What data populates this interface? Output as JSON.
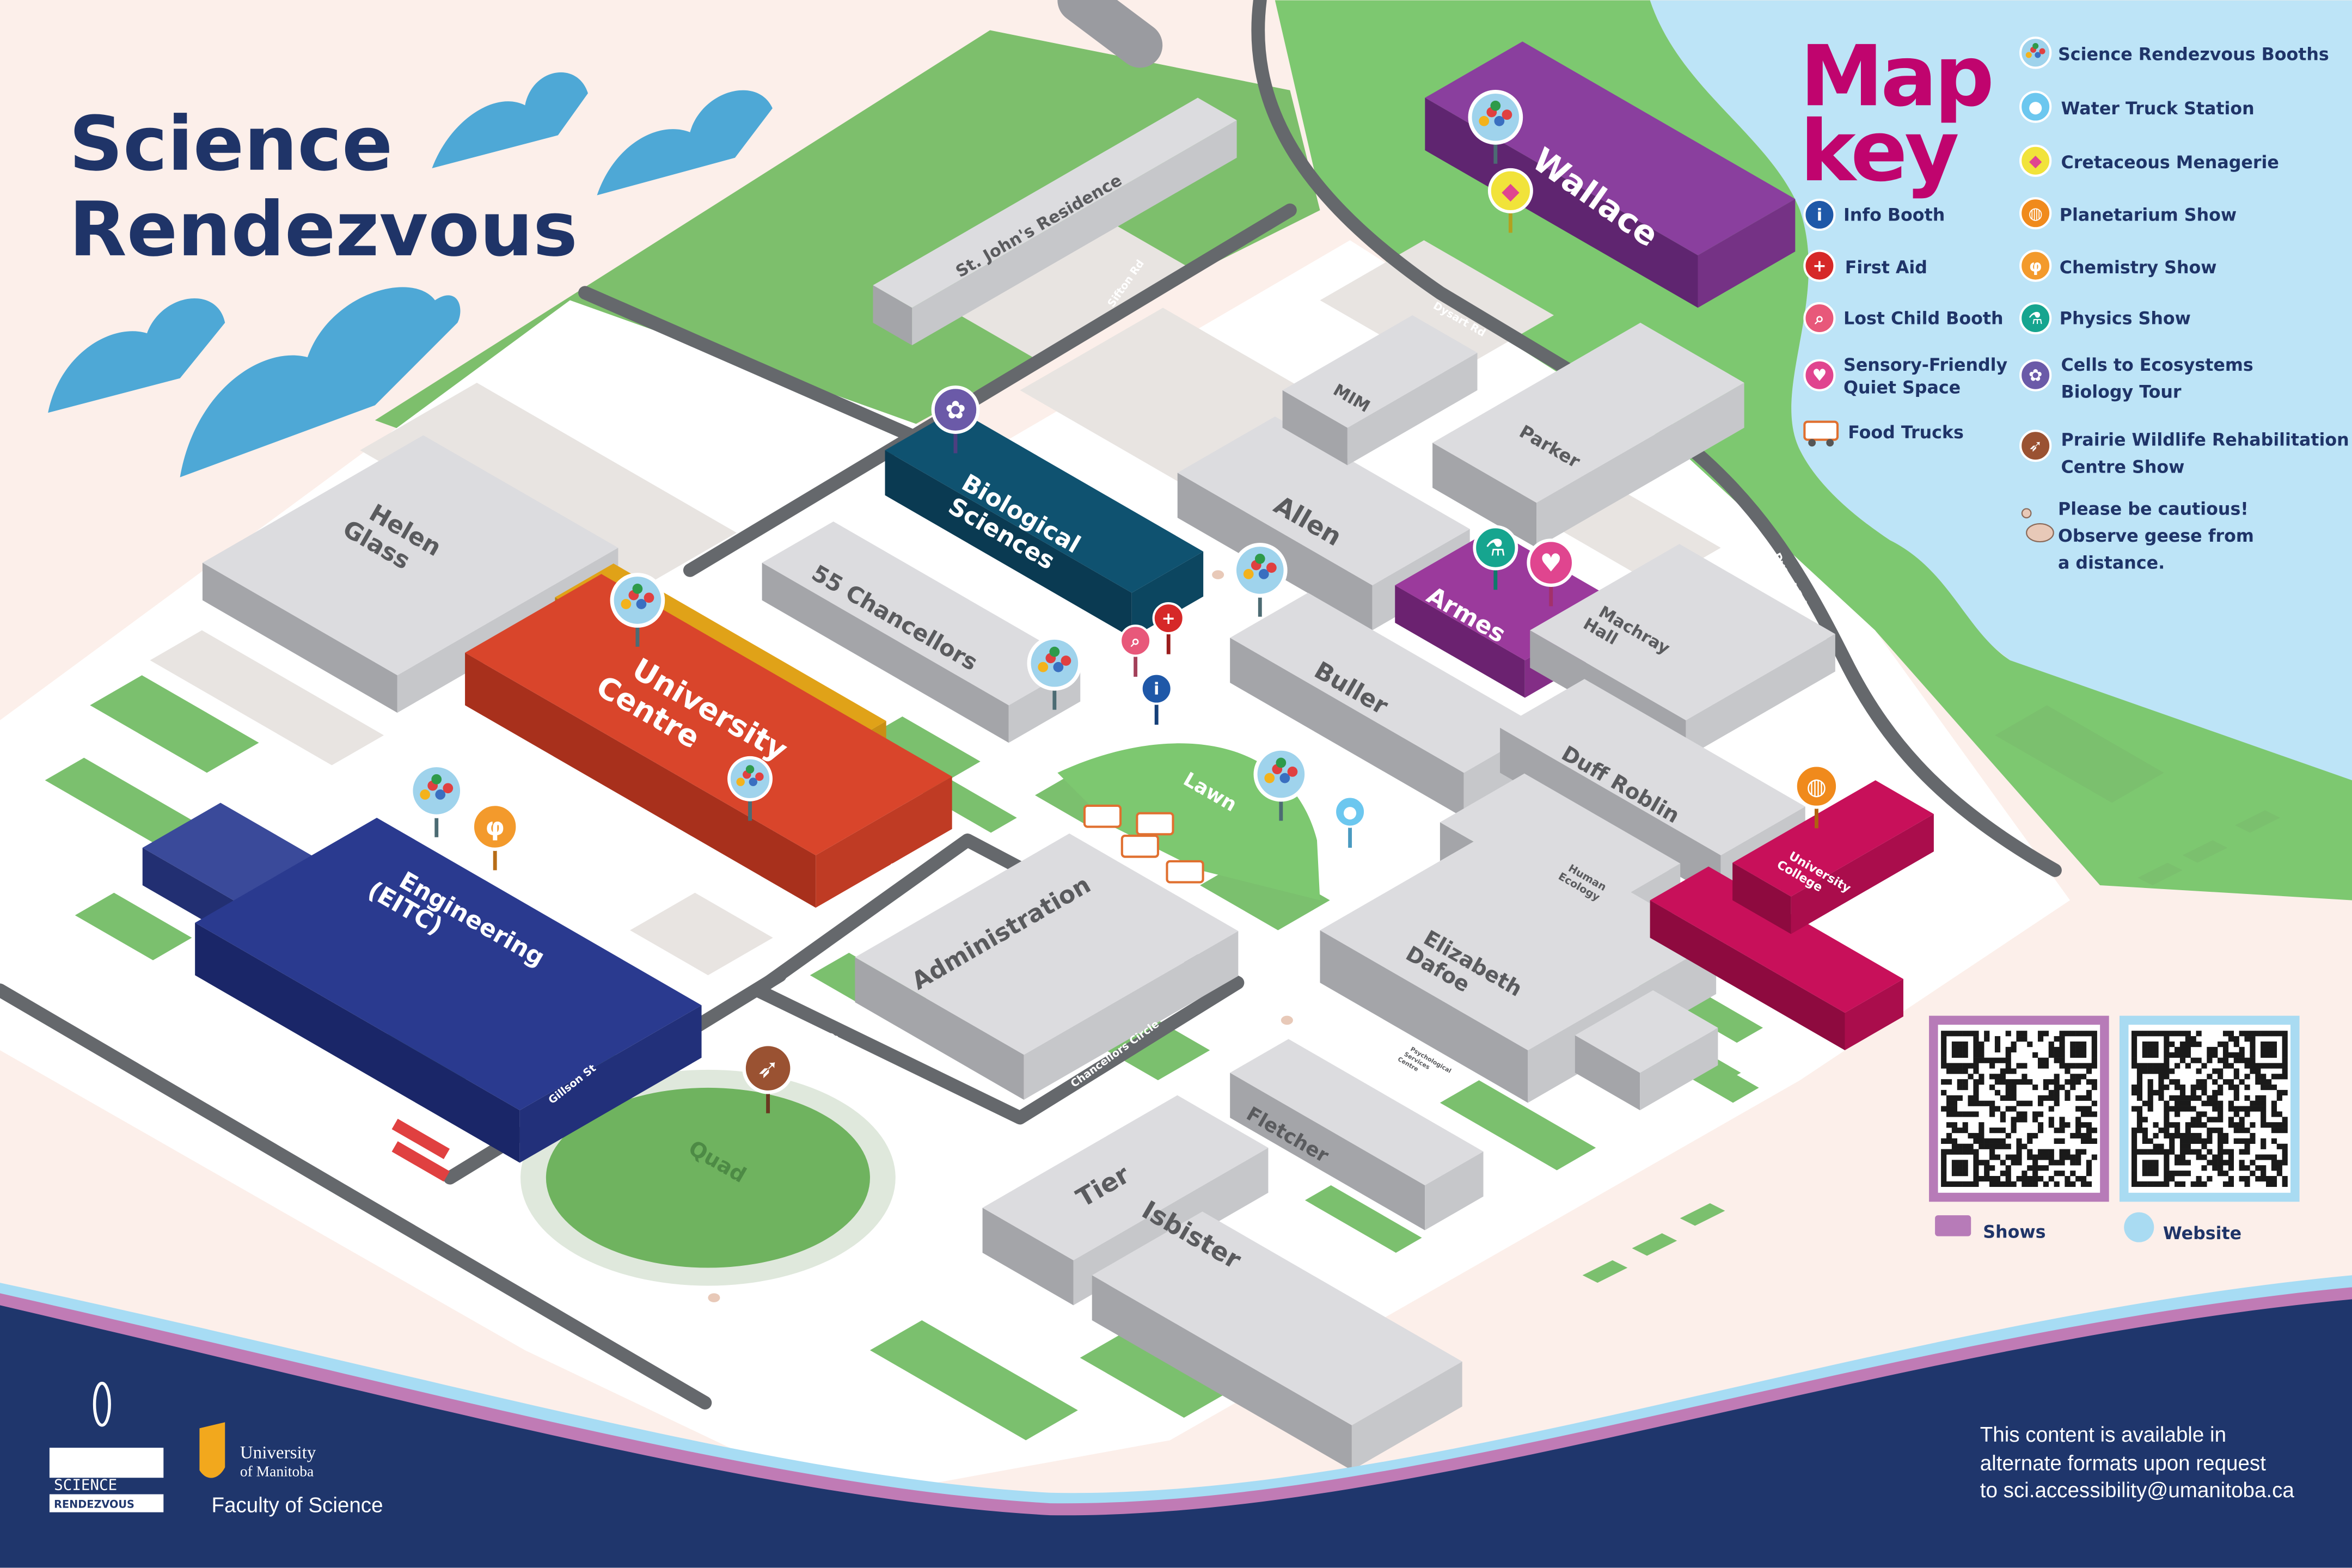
{
  "title": {
    "line1": "Science",
    "line2": "Rendezvous"
  },
  "colors": {
    "navy": "#1f3468",
    "magenta": "#c0046e",
    "water": "#bde4f7",
    "grass": "#7bc06e",
    "road": "#65686c"
  },
  "map_key": {
    "title_line1": "Map",
    "title_line2": "key",
    "left": [
      {
        "icon": "info-icon",
        "label": "Info Booth"
      },
      {
        "icon": "first-aid-icon",
        "label": "First Aid"
      },
      {
        "icon": "lost-child-icon",
        "label": "Lost Child Booth"
      },
      {
        "icon": "sensory-heart-icon",
        "label_line1": "Sensory-Friendly",
        "label_line2": "Quiet Space"
      },
      {
        "icon": "food-truck-icon",
        "label": "Food Trucks"
      }
    ],
    "right": [
      {
        "icon": "molecule-icon",
        "label": "Science Rendezvous Booths"
      },
      {
        "icon": "water-drop-icon",
        "label": "Water Truck Station"
      },
      {
        "icon": "gem-icon",
        "label": "Cretaceous Menagerie"
      },
      {
        "icon": "planet-icon",
        "label": "Planetarium Show"
      },
      {
        "icon": "flask-icon",
        "label": "Chemistry Show"
      },
      {
        "icon": "phi-icon",
        "label": "Physics Show"
      },
      {
        "icon": "cells-icon",
        "label_line1": "Cells to Ecosystems",
        "label_line2": "Biology Tour"
      },
      {
        "icon": "bird-icon",
        "label_line1": "Prairie Wildlife Rehabilitation",
        "label_line2": "Centre Show"
      },
      {
        "icon": "goose-icon",
        "label_line1": "Please be cautious!",
        "label_line2": "Observe geese from",
        "label_line3": "a distance."
      }
    ]
  },
  "buildings": {
    "st_johns": "St. John's Residence",
    "helen_glass_1": "Helen",
    "helen_glass_2": "Glass",
    "bio_1": "Biological",
    "bio_2": "Sciences",
    "chancellors55": "55 Chancellors",
    "uc_1": "University",
    "uc_2": "Centre",
    "eng_1": "Engineering",
    "eng_2": "(EITC)",
    "admin": "Administration",
    "allen": "Allen",
    "mim": "MIM",
    "parker": "Parker",
    "wallace": "Wallace",
    "armes": "Armes",
    "machray_1": "Machray",
    "machray_2": "Hall",
    "buller": "Buller",
    "duff": "Duff Roblin",
    "human_1": "Human",
    "human_2": "Ecology",
    "dafoe_1": "Elizabeth",
    "dafoe_2": "Dafoe",
    "psych_1": "Psychological",
    "psych_2": "Services",
    "psych_3": "Centre",
    "ucollege_1": "University",
    "ucollege_2": "College",
    "fletcher": "Fletcher",
    "tier": "Tier",
    "isbister": "Isbister",
    "lawn": "Lawn",
    "quad": "Quad"
  },
  "roads": {
    "sifton": "Sifton Rd",
    "dysart": "Dysart Rd",
    "dafoe": "Dafoe Rd",
    "gillson": "Gillson St",
    "chancellors_circle": "Chancellors Circle"
  },
  "qr": {
    "shows_label": "Shows",
    "website_label": "Website"
  },
  "footer": {
    "logo_science": "SCIENCE",
    "logo_rendezvous": "RENDEZVOUS",
    "um_line1": "University",
    "um_line2": "of Manitoba",
    "faculty": "Faculty of Science",
    "access_line1": "This content is available in",
    "access_line2": "alternate formats upon request",
    "access_line3": "to sci.accessibility@umanitoba.ca"
  }
}
